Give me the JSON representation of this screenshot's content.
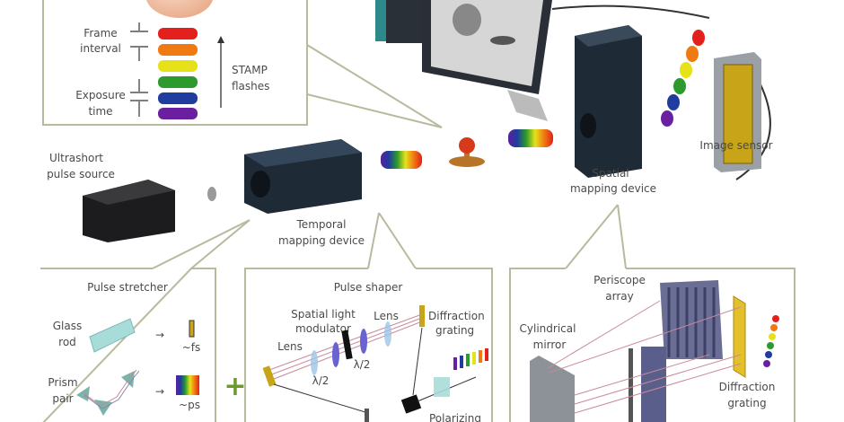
{
  "stamp_inset": {
    "frame_interval": [
      "Frame",
      "interval"
    ],
    "exposure_time": [
      "Exposure",
      "time"
    ],
    "stamp_flashes": [
      "STAMP",
      "flashes"
    ],
    "flash_colors": [
      "#e3201c",
      "#f07a12",
      "#e6e21a",
      "#2c9a2c",
      "#1f3c9e",
      "#6a1fa0"
    ]
  },
  "components": {
    "source": [
      "Ultrashort",
      "pulse source"
    ],
    "temporal": [
      "Temporal",
      "mapping device"
    ],
    "spatial": [
      "Spatial",
      "mapping device"
    ],
    "sensor": "Image sensor"
  },
  "pulse_stretcher": {
    "title": "Pulse stretcher",
    "glass_rod": [
      "Glass",
      "rod"
    ],
    "prism_pair": [
      "Prism",
      "pair"
    ],
    "fs": "~fs",
    "ps": "~ps"
  },
  "plus": "+",
  "pulse_shaper": {
    "title": "Pulse shaper",
    "slm": [
      "Spatial light",
      "modulator"
    ],
    "lens_left": "Lens",
    "lens_right": "Lens",
    "half_wave_1": "λ/2",
    "half_wave_2": "λ/2",
    "grating": [
      "Diffraction",
      "grating"
    ],
    "polarizing": "Polarizing"
  },
  "spatial_inset": {
    "periscope": [
      "Periscope",
      "array"
    ],
    "cyl_mirror": [
      "Cylindrical",
      "mirror"
    ],
    "grating": [
      "Diffraction",
      "grating"
    ]
  }
}
